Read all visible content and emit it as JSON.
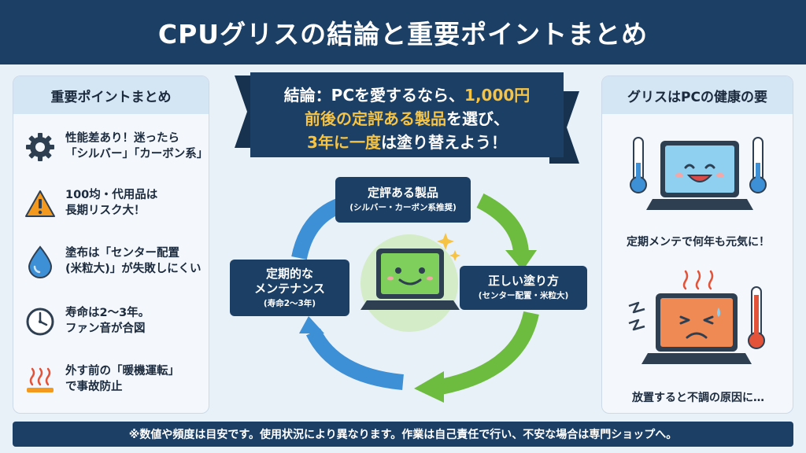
{
  "header": {
    "title": "CPUグリスの結論と重要ポイントまとめ"
  },
  "left_panel": {
    "title": "重要ポイントまとめ",
    "points": [
      {
        "icon": "gear-icon",
        "text": "性能差あり！迷ったら\n「シルバー」「カーボン系」"
      },
      {
        "icon": "warning-icon",
        "text": "100均・代用品は\n長期リスク大！"
      },
      {
        "icon": "water-drop-icon",
        "text": "塗布は「センター配置\n(米粒大)」が失敗しにくい"
      },
      {
        "icon": "clock-icon",
        "text": "寿命は2〜3年。\nファン音が合図"
      },
      {
        "icon": "heat-icon",
        "text": "外す前の「暖機運転」\nで事故防止"
      }
    ]
  },
  "conclusion": {
    "line1_a": "結論：PCを愛するなら、",
    "line1_b": "1,000円",
    "line2_a": "前後の定評ある製品",
    "line2_b": "を選び、",
    "line3_a": "3年に一度",
    "line3_b": "は塗り替えよう！"
  },
  "cycle": {
    "top": {
      "title": "定評ある製品",
      "sub": "(シルバー・カーボン系推奨)"
    },
    "right": {
      "title": "正しい塗り方",
      "sub": "(センター配置・米粒大)"
    },
    "left": {
      "title": "定期的な\nメンテナンス",
      "sub": "(寿命2〜3年)"
    }
  },
  "right_panel": {
    "title": "グリスはPCの健康の要",
    "healthy_caption": "定期メンテで何年も元気に！",
    "unhealthy_caption": "放置すると不調の原因に…"
  },
  "footer": {
    "text": "※数値や頻度は目安です。使用状況により異なります。作業は自己責任で行い、不安な場合は専門ショップへ。"
  },
  "colors": {
    "navy": "#1c3f66",
    "gold": "#f6c343",
    "blue_arrow": "#3d8fd6",
    "green_arrow": "#6dbb3f",
    "warning": "#f39a1e",
    "hot": "#e2533a"
  }
}
